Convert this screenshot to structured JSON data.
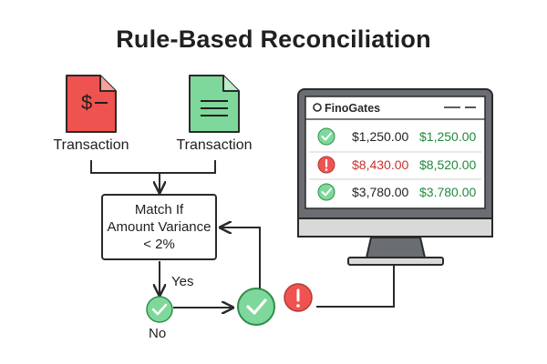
{
  "title": "Rule-Based Reconciliation",
  "documents": [
    {
      "label": "Transaction",
      "icon": "dollar-document-icon",
      "color": "#ef5350"
    },
    {
      "label": "Transaction",
      "icon": "text-document-icon",
      "color": "#7ed89b"
    }
  ],
  "rule": {
    "lines": [
      "Match If",
      "Amount Variance",
      "< 2%"
    ]
  },
  "flow": {
    "yes_label": "Yes",
    "no_label": "No"
  },
  "monitor": {
    "app_name": "FinoGates",
    "rows": [
      {
        "status": "match",
        "status_icon": "check-circle-icon",
        "left_amount": "$1,250.00",
        "right_amount": "$1,250.00"
      },
      {
        "status": "mismatch",
        "status_icon": "alert-circle-icon",
        "left_amount": "$8,430.00",
        "right_amount": "$8,520.00"
      },
      {
        "status": "match",
        "status_icon": "check-circle-icon",
        "left_amount": "$3,780.00",
        "right_amount": "$3.780.00"
      }
    ]
  },
  "colors": {
    "success": "#7ed89b",
    "success_dark": "#2f8f4a",
    "error": "#ef5350",
    "error_text": "#c8322c",
    "amount_green": "#1f8a3c",
    "monitor_frame": "#5f6368",
    "line": "#2a2a2a"
  }
}
